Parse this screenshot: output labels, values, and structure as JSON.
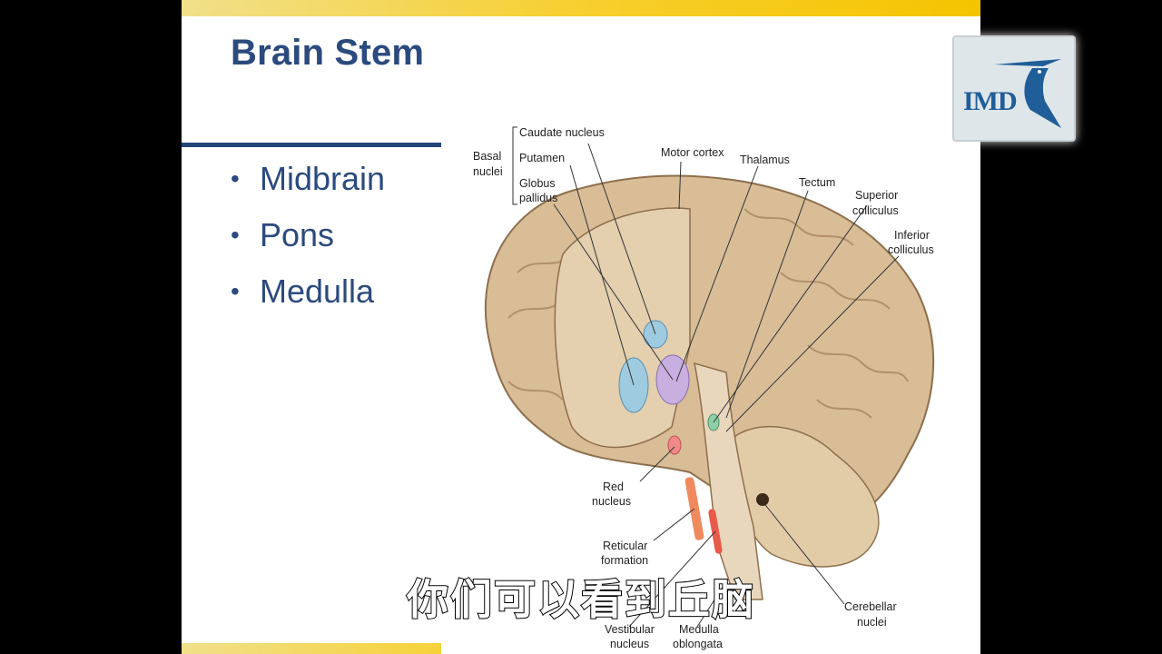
{
  "slide": {
    "title": "Brain Stem",
    "bullets": [
      "Midbrain",
      "Pons",
      "Medulla"
    ]
  },
  "logo": {
    "text": "IMD"
  },
  "figure": {
    "labels": {
      "basal": "Basal",
      "nuclei": "nuclei",
      "caudate": "Caudate nucleus",
      "putamen": "Putamen",
      "globus1": "Globus",
      "globus2": "pallidus",
      "motor": "Motor cortex",
      "thalamus": "Thalamus",
      "tectum": "Tectum",
      "superior1": "Superior",
      "superior2": "colliculus",
      "inferior1": "Inferior",
      "inferior2": "colliculus",
      "red1": "Red",
      "red2": "nucleus",
      "reticular1": "Reticular",
      "reticular2": "formation",
      "vestibular1": "Vestibular",
      "vestibular2": "nucleus",
      "medulla1": "Medulla",
      "medulla2": "oblongata",
      "cerebellar1": "Cerebellar",
      "cerebellar2": "nuclei"
    }
  },
  "subtitle": "你们可以看到丘脑",
  "colors": {
    "title": "#2b4a7e",
    "accent_bar": "#f5c400",
    "rule": "#22477a",
    "brain": "#d8bd97"
  }
}
